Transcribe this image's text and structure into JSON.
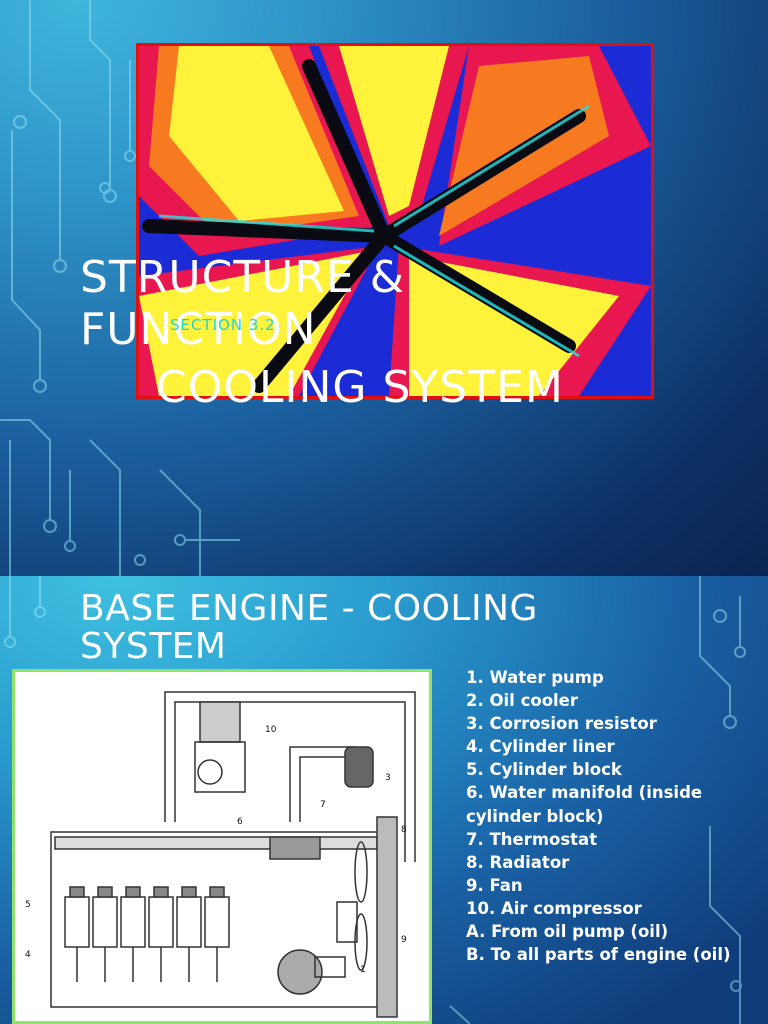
{
  "slide1": {
    "title_main": "STRUCTURE &\nFUNCTION",
    "section": "SECTION 3.2",
    "subtitle": "COOLING SYSTEM"
  },
  "slide2": {
    "title": "BASE ENGINE - COOLING SYSTEM",
    "parts": [
      "1. Water pump",
      "2. Oil cooler",
      "3. Corrosion resistor",
      "4. Cylinder liner",
      "5. Cylinder block",
      "6. Water manifold (inside cylinder block)",
      "7. Thermostat",
      "8. Radiator",
      "9. Fan",
      "10. Air compressor",
      "A. From oil pump (oil)",
      "B. To all parts of engine (oil)"
    ],
    "diagram_labels": [
      "10",
      "3",
      "6",
      "7",
      "8",
      "5",
      "4",
      "9",
      "1"
    ]
  }
}
